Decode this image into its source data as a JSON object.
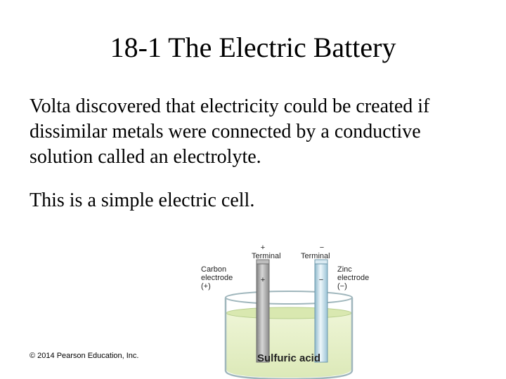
{
  "slide": {
    "title": "18-1 The Electric Battery",
    "paragraph_1": "Volta discovered that electricity could be created if dissimilar metals were connected by a conductive solution called an electrolyte.",
    "paragraph_2": "This is a simple electric cell.",
    "copyright": "© 2014 Pearson Education, Inc."
  },
  "diagram": {
    "positive_sign": "+",
    "positive_terminal": "Terminal",
    "negative_sign": "−",
    "negative_terminal": "Terminal",
    "carbon_line1": "Carbon",
    "carbon_line2": "electrode",
    "carbon_line3": "(+)",
    "zinc_line1": "Zinc",
    "zinc_line2": "electrode",
    "zinc_line3": "(−)",
    "carbon_rod_mark": "+",
    "zinc_rod_mark": "−",
    "electrolyte_label": "Sulfuric acid",
    "colors": {
      "carbon_rod": "#a8a8a8",
      "zinc_rod": "#cfe3ee",
      "acid": "#e6f0c8",
      "beaker": "#9fb6bc"
    }
  }
}
